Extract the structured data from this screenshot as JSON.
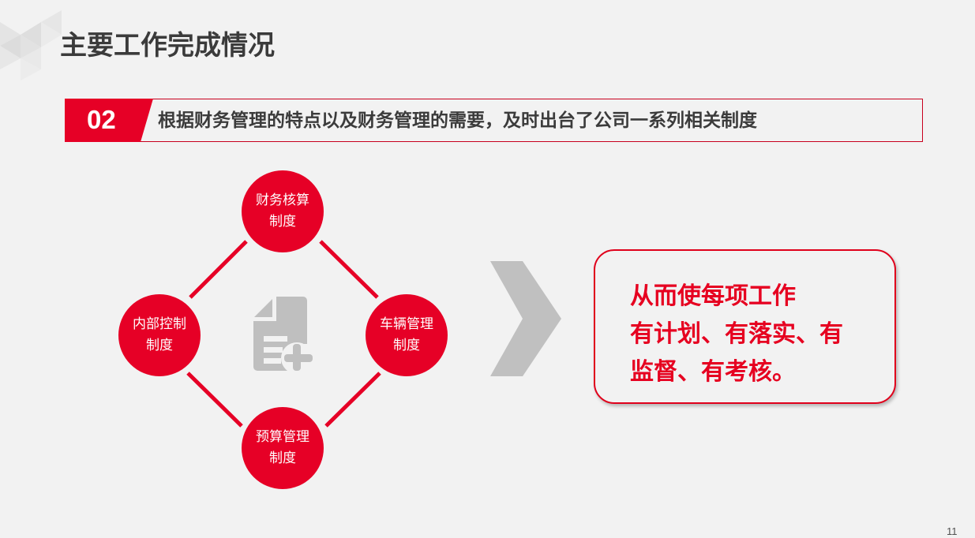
{
  "slide": {
    "title": "主要工作完成情况",
    "page_number": "11"
  },
  "banner": {
    "number": "02",
    "text": "根据财务管理的特点以及财务管理的需要，及时出台了公司一系列相关制度"
  },
  "diagram": {
    "center_icon": "document-add-icon",
    "nodes": [
      {
        "position": "top",
        "line1": "财务核算",
        "line2": "制度"
      },
      {
        "position": "left",
        "line1": "内部控制",
        "line2": "制度"
      },
      {
        "position": "right",
        "line1": "车辆管理",
        "line2": "制度"
      },
      {
        "position": "bottom",
        "line1": "预算管理",
        "line2": "制度"
      }
    ]
  },
  "arrow_icon": "chevron-right-icon",
  "result": {
    "lines": [
      "从而使每项工作",
      "有计划、有落实、有",
      "监督、有考核。"
    ]
  },
  "colors": {
    "accent_red": "#e60026",
    "title_text": "#3b3b3b",
    "background": "#f2f2f2",
    "icon_gray": "#bfbfbf"
  }
}
